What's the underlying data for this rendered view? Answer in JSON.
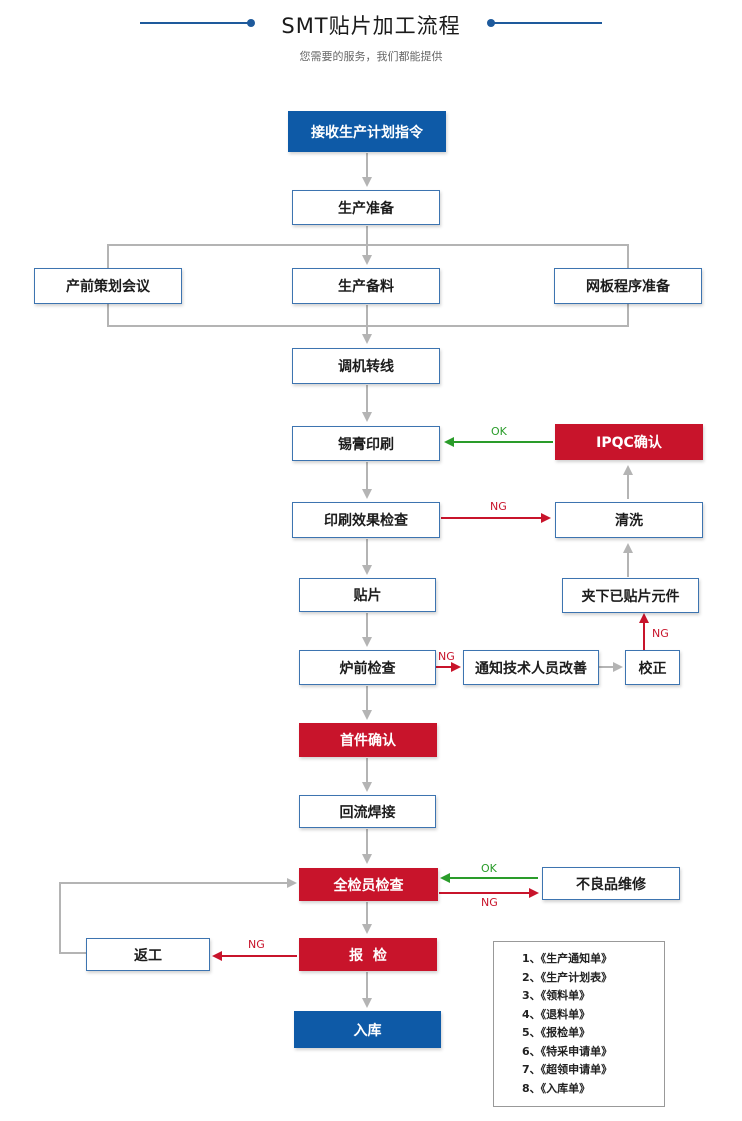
{
  "header": {
    "title": "SMT贴片加工流程",
    "subtitle": "您需要的服务，我们都能提供"
  },
  "nodes": {
    "receive_plan": "接收生产计划指令",
    "production_prep": "生产准备",
    "preproduction_meeting": "产前策划会议",
    "material_prep": "生产备料",
    "stencil_program_prep": "网板程序准备",
    "machine_setup": "调机转线",
    "solder_paste_printing": "锡膏印刷",
    "ipqc_confirm": "IPQC确认",
    "print_inspection": "印刷效果检查",
    "cleaning": "清洗",
    "placement": "贴片",
    "remove_components": "夹下已贴片元件",
    "pre_reflow_inspection": "炉前检查",
    "notify_technician": "通知技术人员改善",
    "correction": "校正",
    "first_article": "首件确认",
    "reflow_soldering": "回流焊接",
    "full_inspection": "全检员检查",
    "defect_repair": "不良品维修",
    "rework": "返工",
    "report_inspection": "报  检",
    "warehousing": "入库"
  },
  "labels": {
    "ok_ipqc": "OK",
    "ng_print": "NG",
    "ng_correction": "NG",
    "ng_pre_reflow": "NG",
    "ok_repair": "OK",
    "ng_full_inspection": "NG",
    "ng_report": "NG"
  },
  "legend": [
    "1、《生产通知单》",
    "2、《生产计划表》",
    "3、《领料单》",
    "4、《退料单》",
    "5、《报检单》",
    "6、《特采申请单》",
    "7、《超领申请单》",
    "8、《入库单》"
  ],
  "colors": {
    "blue": "#0e5aa7",
    "red": "#c8142b",
    "green": "#2a9c2a",
    "arrow_gray": "#b4b4b4"
  }
}
